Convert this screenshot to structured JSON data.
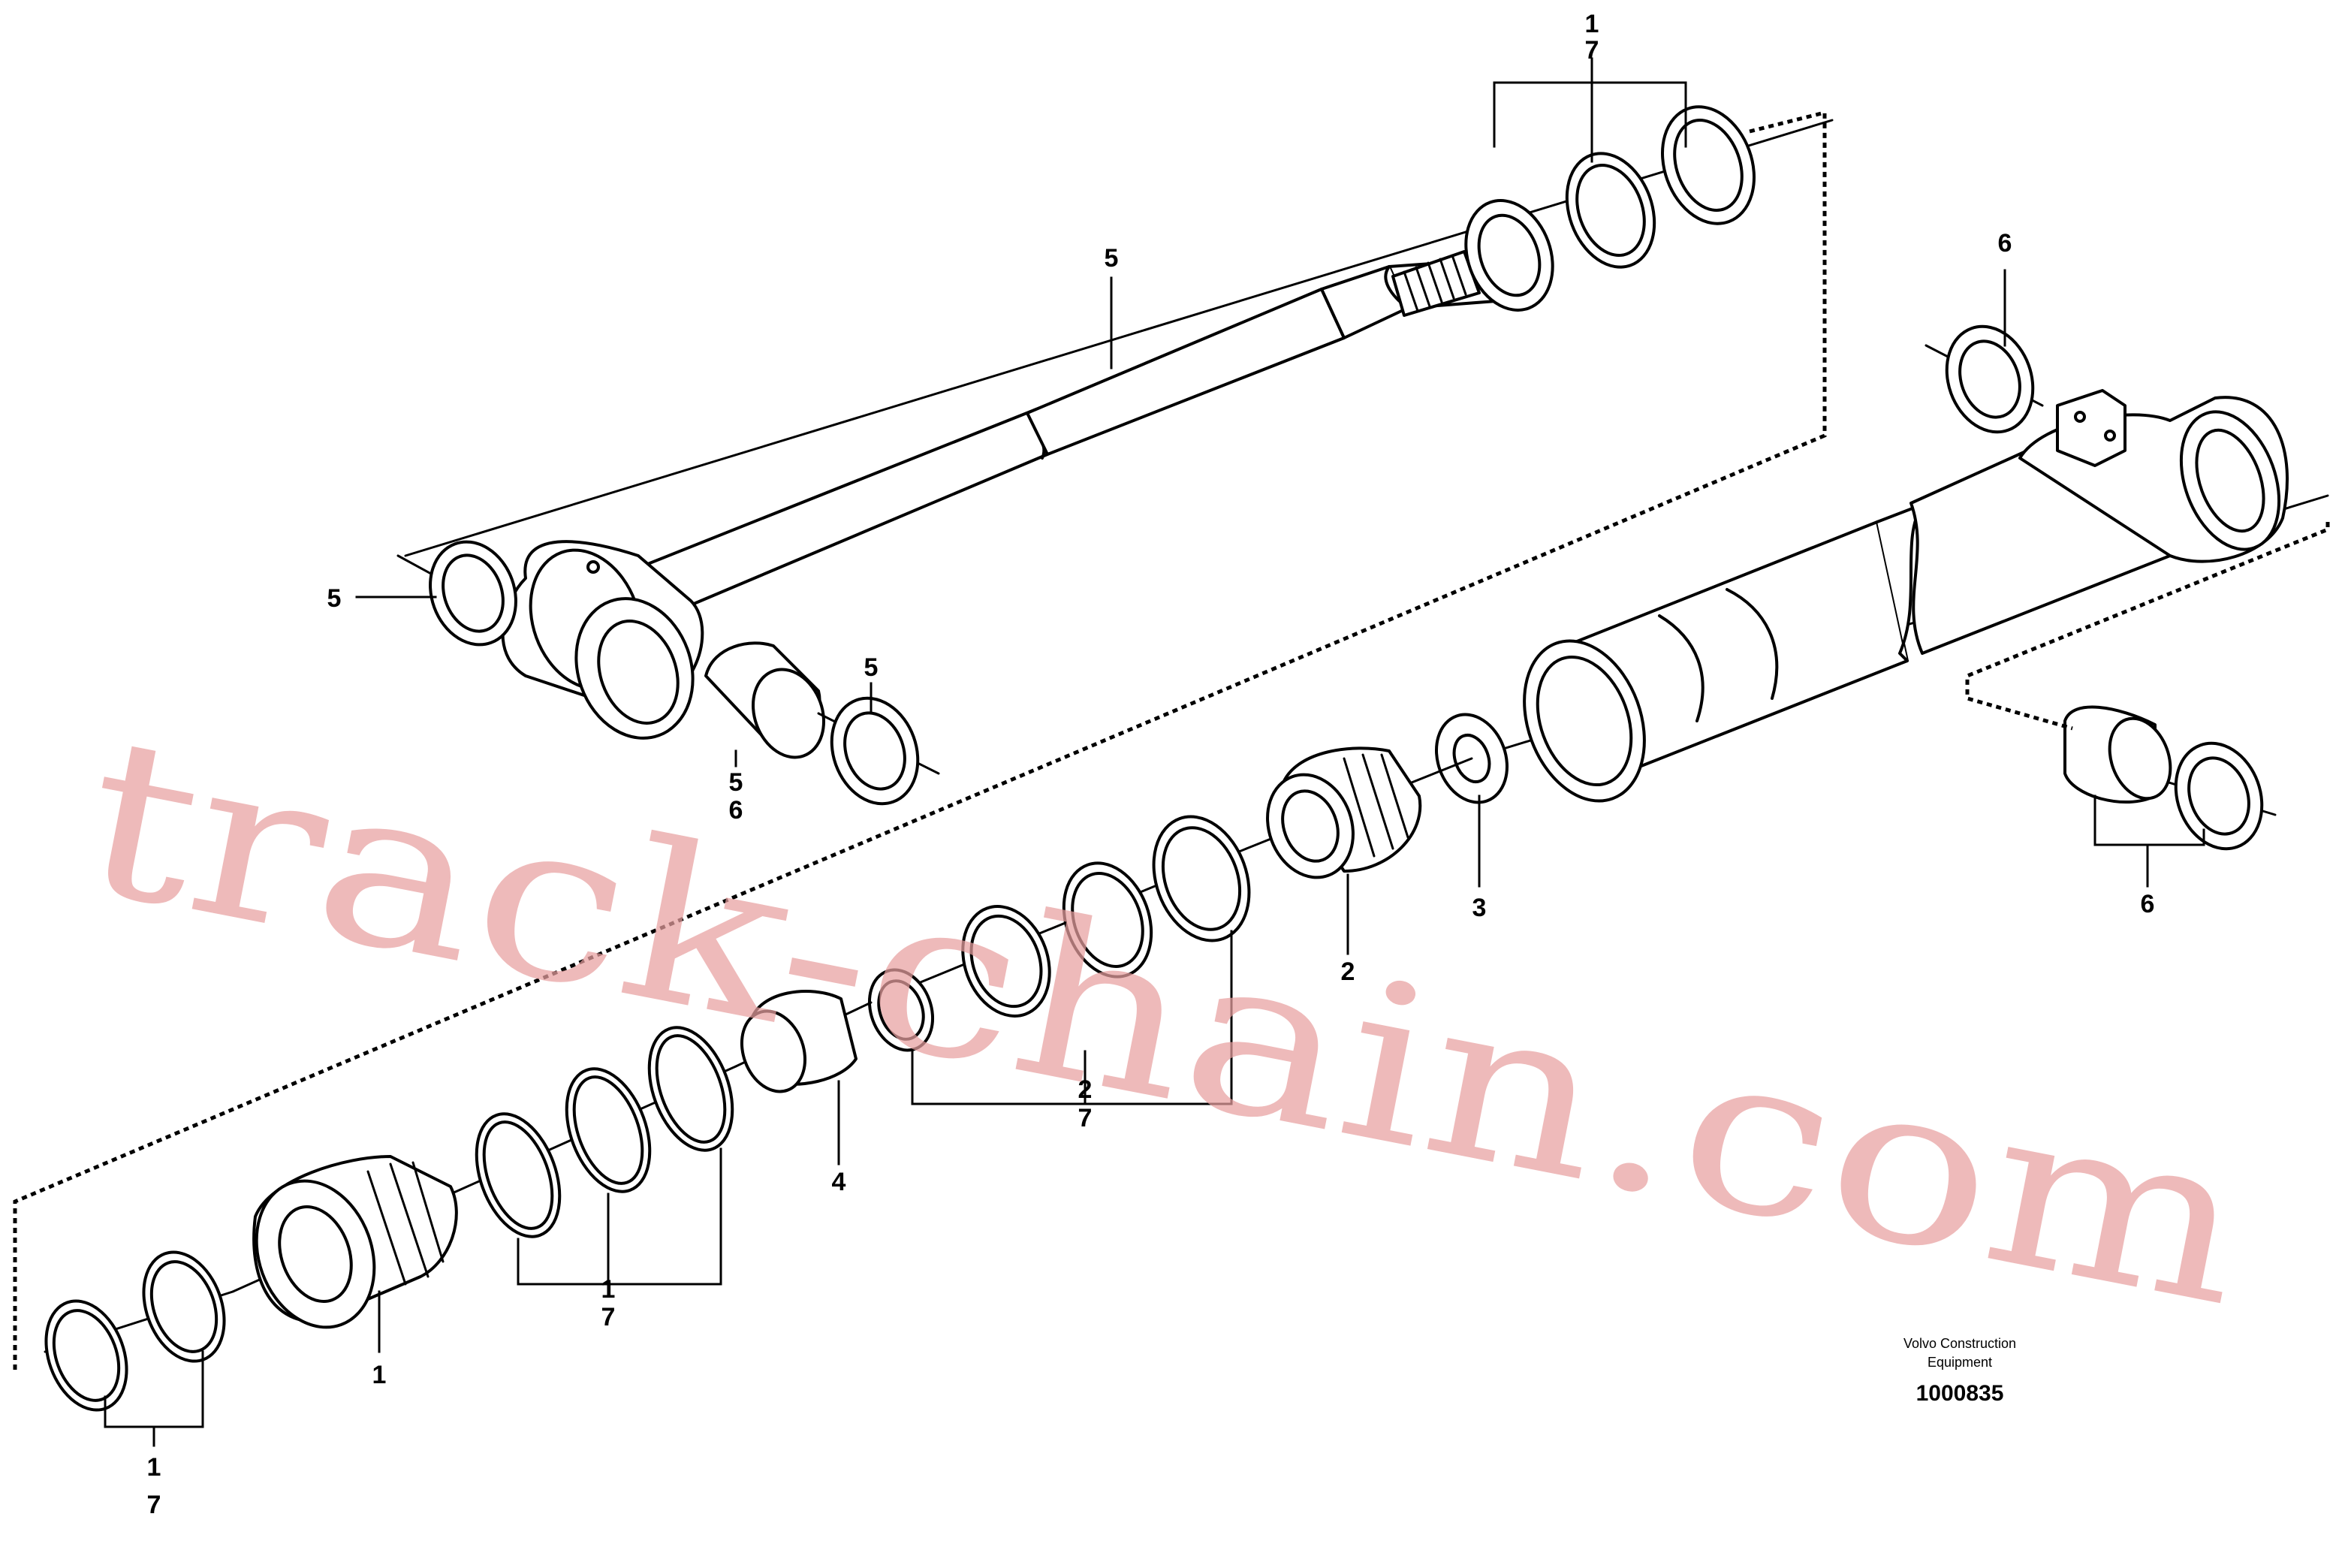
{
  "callouts": {
    "top_ring_set": [
      "1",
      "7"
    ],
    "rod": "5",
    "right_seal": "6",
    "rod_eye_seal": "5",
    "rod_bushing_seal": "5",
    "rod_bushing": [
      "5",
      "6"
    ],
    "piston": "2",
    "lock_nut": "3",
    "end_bushing_set": "6",
    "bearing_bushing": "4",
    "piston_rings": [
      "2",
      "7"
    ],
    "o_rings": [
      "1",
      "7"
    ],
    "cylinder_head": "1",
    "wiper_set": [
      "1",
      "7"
    ]
  },
  "caption": {
    "line1": "Volvo Construction",
    "line2": "Equipment",
    "figure_number": "1000835"
  },
  "watermark": {
    "text": "track-chain.com",
    "color": "#e8a0a0"
  }
}
